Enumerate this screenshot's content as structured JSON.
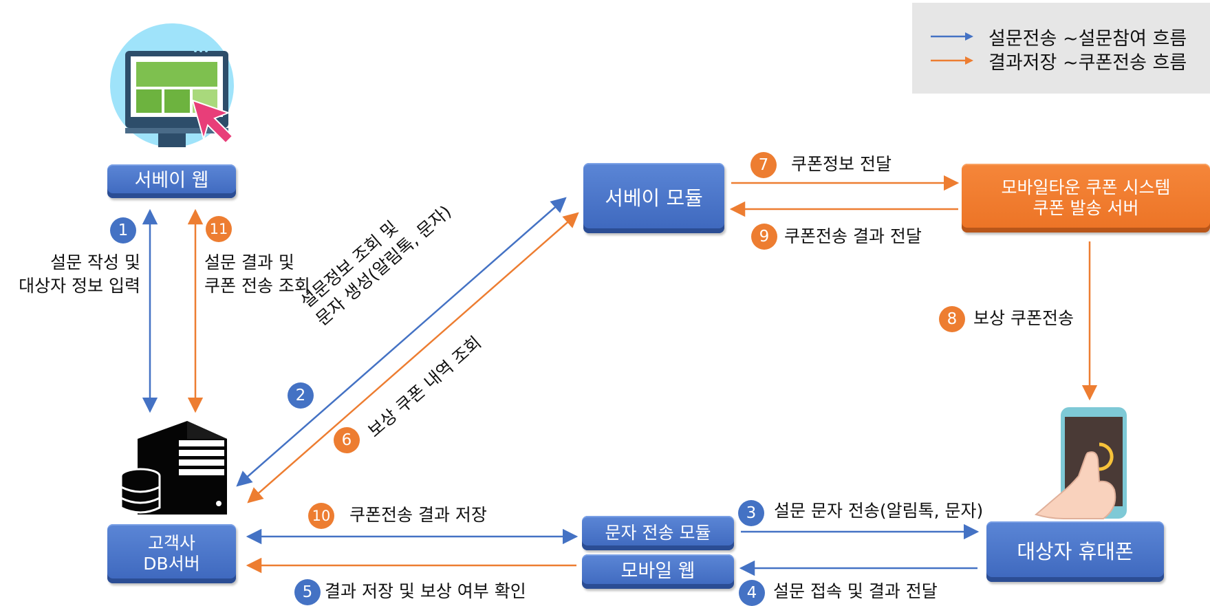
{
  "legend": {
    "items": [
      {
        "label": "설문전송 ~설문참여 흐름",
        "color": "#4472c4"
      },
      {
        "label": "결과저장 ~쿠폰전송 흐름",
        "color": "#ed7d31"
      }
    ]
  },
  "nodes": {
    "survey_web": "서베이 웹",
    "survey_module": "서베이 모듈",
    "coupon_system_line1": "모바일타운 쿠폰 시스템",
    "coupon_system_line2": "쿠폰 발송 서버",
    "db_server_line1": "고객사",
    "db_server_line2": "DB서버",
    "sms_module": "문자 전송 모듈",
    "mobile_web": "모바일 웹",
    "target_phone": "대상자 휴대폰"
  },
  "steps": [
    {
      "num": "1",
      "lines": [
        "설문 작성 및",
        "대상자 정보 입력"
      ],
      "flow": "blue"
    },
    {
      "num": "2",
      "lines": [
        "설문정보 조회 및",
        "문자 생성(알림톡, 문자)"
      ],
      "flow": "blue"
    },
    {
      "num": "3",
      "lines": [
        "설문 문자 전송(알림톡, 문자)"
      ],
      "flow": "blue"
    },
    {
      "num": "4",
      "lines": [
        "설문 접속 및 결과 전달"
      ],
      "flow": "blue"
    },
    {
      "num": "5",
      "lines": [
        "결과 저장 및 보상 여부 확인"
      ],
      "flow": "blue"
    },
    {
      "num": "6",
      "lines": [
        "보상 쿠폰 내역 조회"
      ],
      "flow": "orange"
    },
    {
      "num": "7",
      "lines": [
        "쿠폰정보 전달"
      ],
      "flow": "orange"
    },
    {
      "num": "8",
      "lines": [
        "보상 쿠폰전송"
      ],
      "flow": "orange"
    },
    {
      "num": "9",
      "lines": [
        "쿠폰전송 결과 전달"
      ],
      "flow": "orange"
    },
    {
      "num": "10",
      "lines": [
        "쿠폰전송 결과 저장"
      ],
      "flow": "orange"
    },
    {
      "num": "11",
      "lines": [
        "설문 결과 및",
        "쿠폰 전송 조회"
      ],
      "flow": "orange"
    }
  ],
  "colors": {
    "blue_flow": "#4472c4",
    "orange_flow": "#ed7d31",
    "node_blue": "#4a76cc",
    "node_orange": "#ef7a2b"
  }
}
